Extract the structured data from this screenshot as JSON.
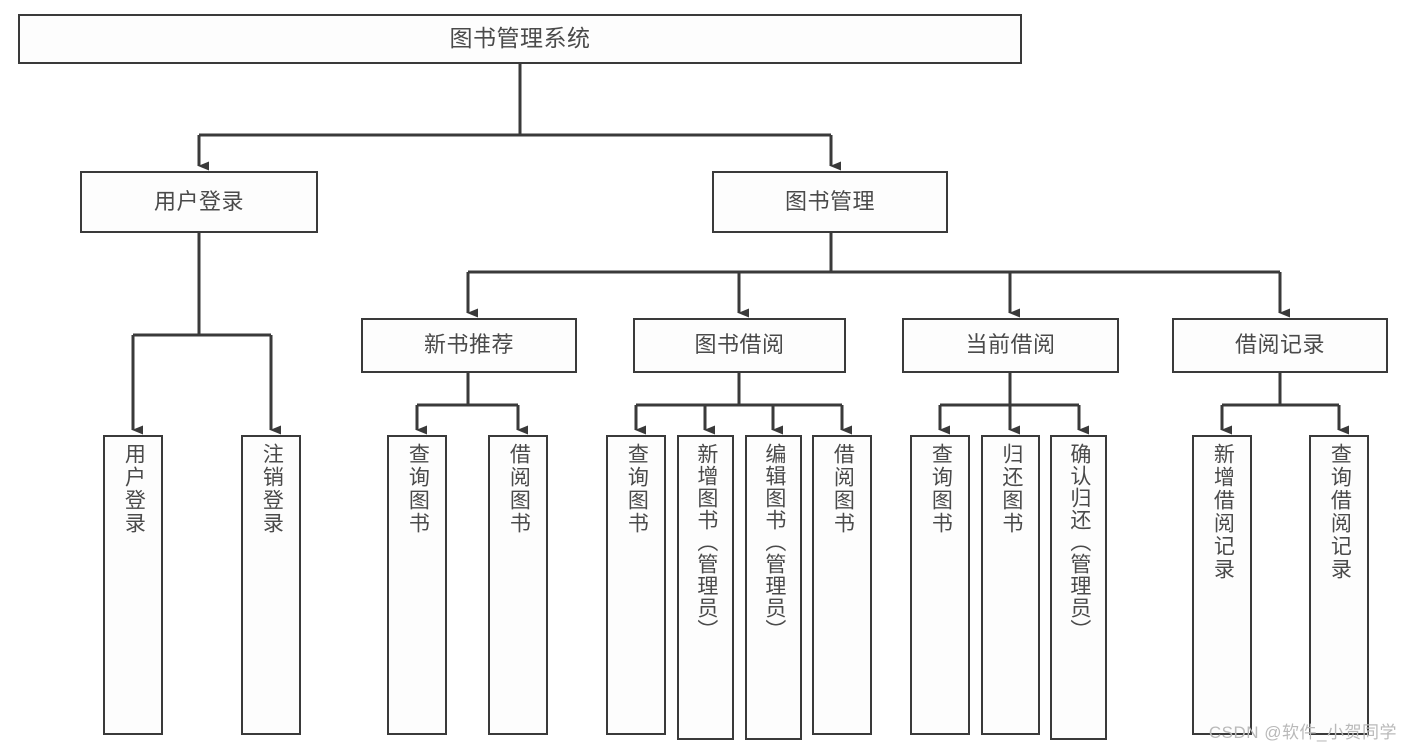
{
  "diagram": {
    "title": "图书管理系统",
    "type": "functional-structure-tree",
    "watermark": "CSDN @软件_小贺同学",
    "colors": {
      "stroke": "#3a3a3a",
      "text": "#4a4a4a",
      "background": "#ffffff",
      "watermark": "#b9b9b9"
    },
    "root": {
      "label": "图书管理系统"
    },
    "tier2": [
      {
        "label": "用户登录"
      },
      {
        "label": "图书管理"
      }
    ],
    "tier3": [
      {
        "label": "新书推荐"
      },
      {
        "label": "图书借阅"
      },
      {
        "label": "当前借阅"
      },
      {
        "label": "借阅记录"
      }
    ],
    "leaves": {
      "user_login": [
        {
          "label": "用户登录"
        },
        {
          "label": "注销登录"
        }
      ],
      "new_book_recommend": [
        {
          "label": "查询图书"
        },
        {
          "label": "借阅图书"
        }
      ],
      "book_borrow": [
        {
          "label": "查询图书"
        },
        {
          "label": "新增图书（管理员）"
        },
        {
          "label": "编辑图书（管理员）"
        },
        {
          "label": "借阅图书"
        }
      ],
      "current_borrow": [
        {
          "label": "查询图书"
        },
        {
          "label": "归还图书"
        },
        {
          "label": "确认归还（管理员）"
        }
      ],
      "borrow_record": [
        {
          "label": "新增借阅记录"
        },
        {
          "label": "查询借阅记录"
        }
      ]
    }
  }
}
